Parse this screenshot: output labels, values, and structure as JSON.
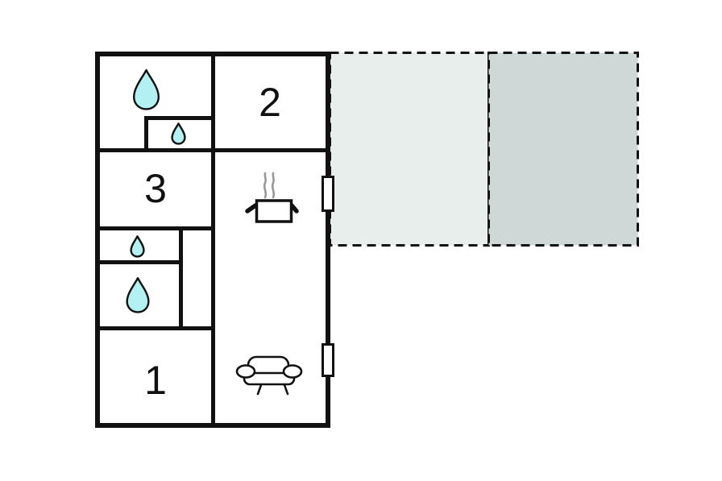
{
  "colors": {
    "wall": "#111111",
    "bg": "#ffffff",
    "drop_fill": "#b2f0f2",
    "terrace_light": "#e8eeec",
    "terrace_dark": "#cfd8d6",
    "steam": "#999999"
  },
  "floorplan": {
    "room_labels": {
      "room1": "1",
      "room2": "2",
      "room3": "3"
    },
    "icons": [
      "water-drop-icon",
      "cooking-pot-icon",
      "sofa-icon",
      "window-marker"
    ]
  }
}
